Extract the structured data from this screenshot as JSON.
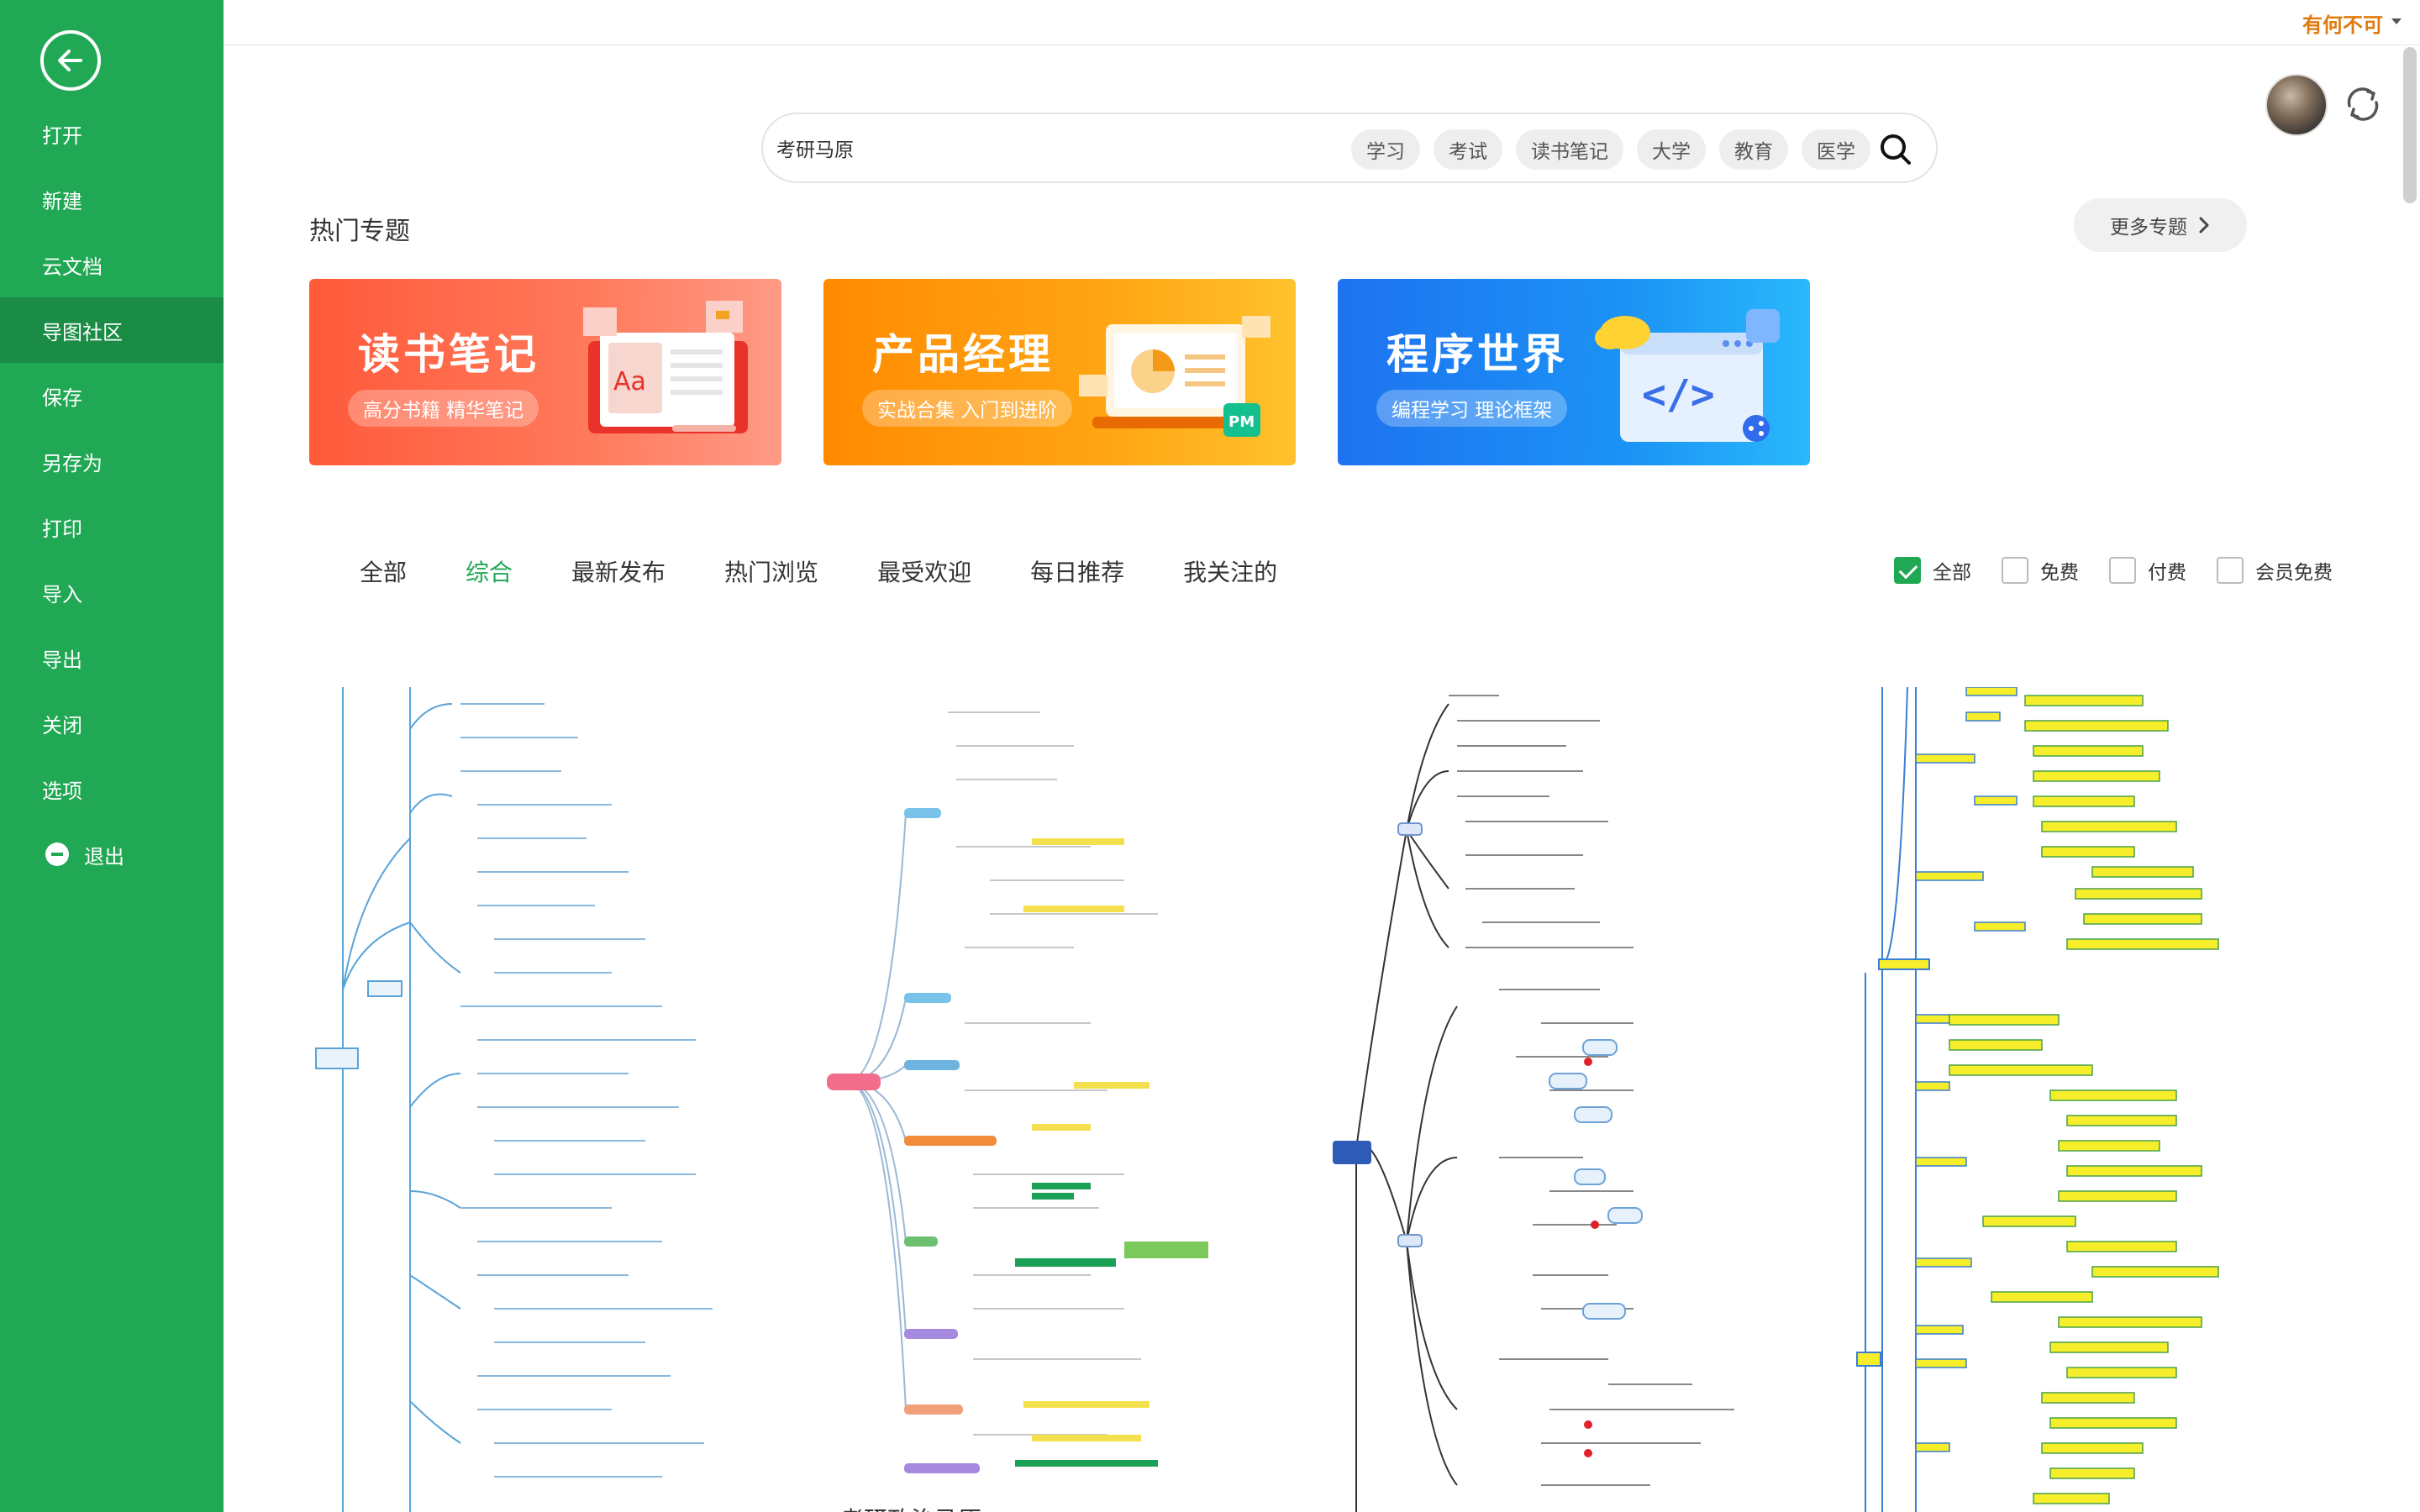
{
  "sidebar": {
    "items": [
      {
        "label": "打开"
      },
      {
        "label": "新建"
      },
      {
        "label": "云文档"
      },
      {
        "label": "导图社区"
      },
      {
        "label": "保存"
      },
      {
        "label": "另存为"
      },
      {
        "label": "打印"
      },
      {
        "label": "导入"
      },
      {
        "label": "导出"
      },
      {
        "label": "关闭"
      },
      {
        "label": "选项"
      },
      {
        "label": "退出"
      }
    ],
    "active": "导图社区"
  },
  "user": {
    "name": "有何不可"
  },
  "search": {
    "value": "考研马原",
    "tags": [
      "学习",
      "考试",
      "读书笔记",
      "大学",
      "教育",
      "医学"
    ]
  },
  "hot_topics": {
    "title": "热门专题",
    "more_label": "更多专题",
    "banners": [
      {
        "title": "读书笔记",
        "subtitle": "高分书籍 精华笔记",
        "color": "#ff5a3a"
      },
      {
        "title": "产品经理",
        "subtitle": "实战合集 入门到进阶",
        "color": "#ff8a00"
      },
      {
        "title": "程序世界",
        "subtitle": "编程学习 理论框架",
        "color": "#1e73f0"
      }
    ]
  },
  "tabs": {
    "items": [
      "全部",
      "综合",
      "最新发布",
      "热门浏览",
      "最受欢迎",
      "每日推荐",
      "我关注的"
    ],
    "active": "综合"
  },
  "price_filters": [
    {
      "label": "全部",
      "checked": true
    },
    {
      "label": "免费",
      "checked": false
    },
    {
      "label": "付费",
      "checked": false
    },
    {
      "label": "会员免费",
      "checked": false
    }
  ],
  "cards": [
    {
      "title": ""
    },
    {
      "title": "考研政治马原"
    },
    {
      "title": ""
    },
    {
      "title": ""
    }
  ],
  "colors": {
    "brand": "#21a854",
    "brand_dark": "#1a8c45",
    "accent_user": "#e07a10"
  }
}
